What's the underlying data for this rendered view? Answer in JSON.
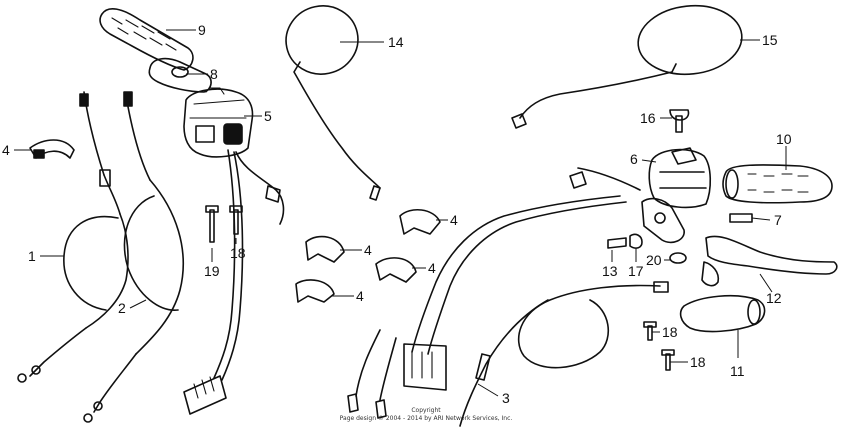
{
  "callouts": [
    {
      "id": "p1",
      "label": "1"
    },
    {
      "id": "p2",
      "label": "2"
    },
    {
      "id": "p3",
      "label": "3"
    },
    {
      "id": "p4a",
      "label": "4"
    },
    {
      "id": "p4b",
      "label": "4"
    },
    {
      "id": "p4c",
      "label": "4"
    },
    {
      "id": "p4d",
      "label": "4"
    },
    {
      "id": "p4e",
      "label": "4"
    },
    {
      "id": "p5",
      "label": "5"
    },
    {
      "id": "p6",
      "label": "6"
    },
    {
      "id": "p7",
      "label": "7"
    },
    {
      "id": "p8",
      "label": "8"
    },
    {
      "id": "p9",
      "label": "9"
    },
    {
      "id": "p10",
      "label": "10"
    },
    {
      "id": "p11",
      "label": "11"
    },
    {
      "id": "p12",
      "label": "12"
    },
    {
      "id": "p13",
      "label": "13"
    },
    {
      "id": "p14",
      "label": "14"
    },
    {
      "id": "p15",
      "label": "15"
    },
    {
      "id": "p16",
      "label": "16"
    },
    {
      "id": "p17",
      "label": "17"
    },
    {
      "id": "p18a",
      "label": "18"
    },
    {
      "id": "p18b",
      "label": "18"
    },
    {
      "id": "p18c",
      "label": "18"
    },
    {
      "id": "p19",
      "label": "19"
    },
    {
      "id": "p20",
      "label": "20"
    }
  ],
  "copyright": {
    "line1": "Copyright",
    "line2": "Page design © 2004 - 2014 by ARI Network Services, Inc."
  }
}
